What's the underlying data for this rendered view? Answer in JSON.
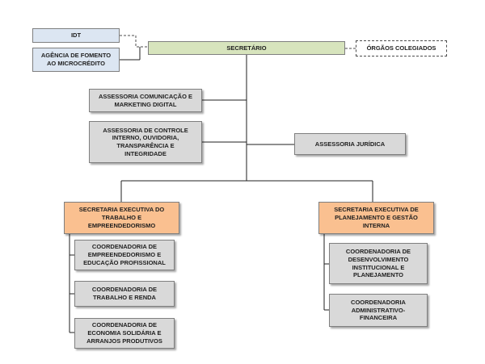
{
  "nodes": {
    "idt": "IDT",
    "agencia": "AGÊNCIA DE FOMENTO\nAO MICROCRÉDITO",
    "secretario": "SECRETÁRIO",
    "orgaos": "ÓRGÃOS COLEGIADOS",
    "comunicacao": "ASSESSORIA COMUNICAÇÃO E\nMARKETING DIGITAL",
    "controle": "ASSESSORIA DE CONTROLE\nINTERNO, OUVIDORIA,\nTRANSPARÊNCIA E\nINTEGRIDADE",
    "juridica": "ASSESSORIA JURÍDICA",
    "sec_trabalho": "SECRETARIA EXECUTIVA DO\nTRABALHO E\nEMPREENDEDORISMO",
    "sec_planejamento": "SECRETARIA EXECUTIVA DE\nPLANEJAMENTO E GESTÃO\nINTERNA",
    "coord_empreendedorismo": "COORDENADORIA DE\nEMPREENDEDORISMO E\nEDUCAÇÃO PROFISSIONAL",
    "coord_trabalho": "COORDENADORIA DE\nTRABALHO E RENDA",
    "coord_economia": "COORDENADORIA DE\nECONOMIA SOLIDÁRIA E\nARRANJOS PRODUTIVOS",
    "coord_desenvolvimento": "COORDENADORIA DE\nDESENVOLVIMENTO\nINSTITUCIONAL E\nPLANEJAMENTO",
    "coord_administrativo": "COORDENADORIA\nADMINISTRATIVO-\nFINANCEIRA"
  },
  "colors": {
    "blue": "#dce6f2",
    "green": "#d7e4bd",
    "grey": "#d9d9d9",
    "orange": "#fac090",
    "line": "#1f1f1f"
  }
}
